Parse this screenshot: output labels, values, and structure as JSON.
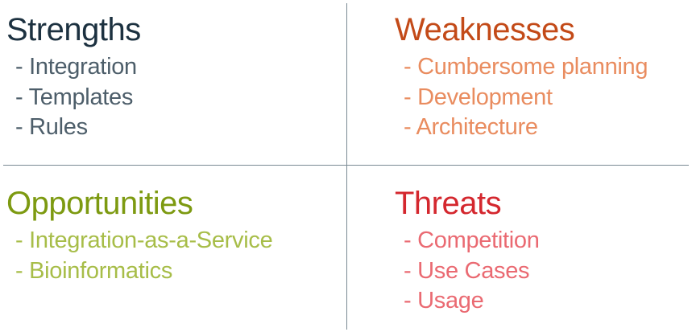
{
  "swot": {
    "strengths": {
      "title": "Strengths",
      "color": "#1c3140",
      "item_color": "#4d5e6a",
      "items": [
        "Integration",
        "Templates",
        "Rules"
      ]
    },
    "weaknesses": {
      "title": "Weaknesses",
      "color": "#c34a18",
      "item_color": "#e98c5f",
      "items": [
        "Cumbersome planning",
        "Development",
        "Architecture"
      ]
    },
    "opportunities": {
      "title": "Opportunities",
      "color": "#7d9a11",
      "item_color": "#a7bd48",
      "items": [
        "Integration-as-a-Service",
        "Bioinformatics"
      ]
    },
    "threats": {
      "title": "Threats",
      "color": "#d4272e",
      "item_color": "#ea6a72",
      "items": [
        "Competition",
        "Use Cases",
        "Usage"
      ]
    }
  },
  "divider_color": "#7a8a93"
}
